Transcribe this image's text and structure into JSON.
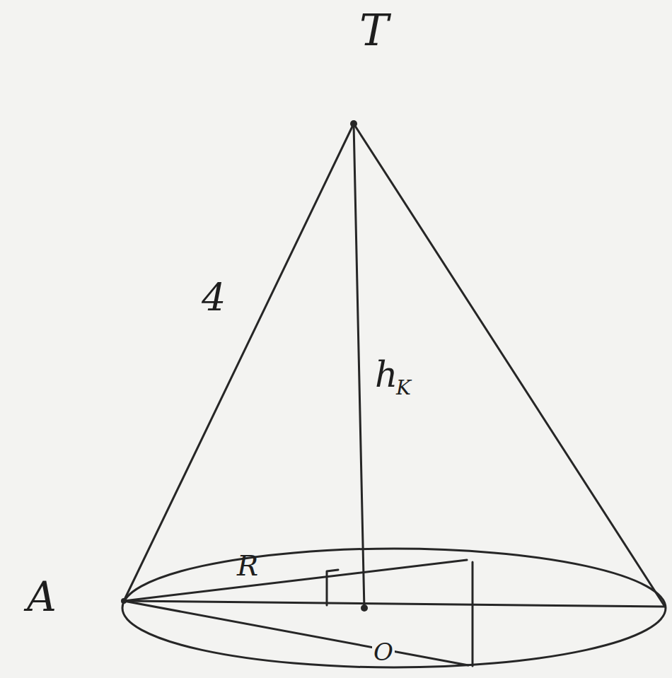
{
  "diagram": {
    "labels": [
      "T",
      "4",
      "h",
      "K",
      "A",
      "R",
      "O"
    ]
  }
}
